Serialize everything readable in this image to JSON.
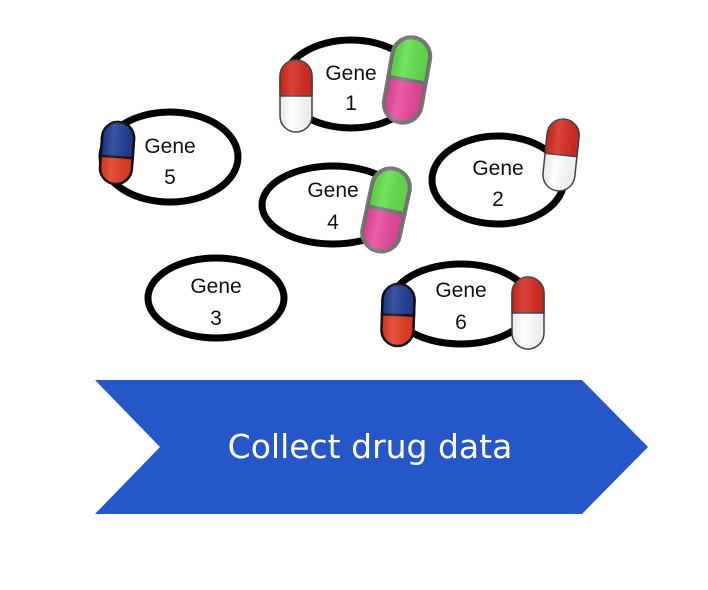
{
  "genes": [
    {
      "id": "gene-1",
      "line1": "Gene",
      "line2": "1"
    },
    {
      "id": "gene-2",
      "line1": "Gene",
      "line2": "2"
    },
    {
      "id": "gene-3",
      "line1": "Gene",
      "line2": "3"
    },
    {
      "id": "gene-4",
      "line1": "Gene",
      "line2": "4"
    },
    {
      "id": "gene-5",
      "line1": "Gene",
      "line2": "5"
    },
    {
      "id": "gene-6",
      "line1": "Gene",
      "line2": "6"
    }
  ],
  "arrow": {
    "label": "Collect drug data",
    "color": "#2557c9"
  },
  "pill_colors": {
    "red_white": {
      "top": "#d42a1f",
      "bottom": "#ffffff"
    },
    "green_pink": {
      "top": "#62dd4a",
      "bottom": "#e8479a"
    },
    "blue_red": {
      "top": "#1f3b93",
      "bottom": "#e33a22"
    }
  }
}
